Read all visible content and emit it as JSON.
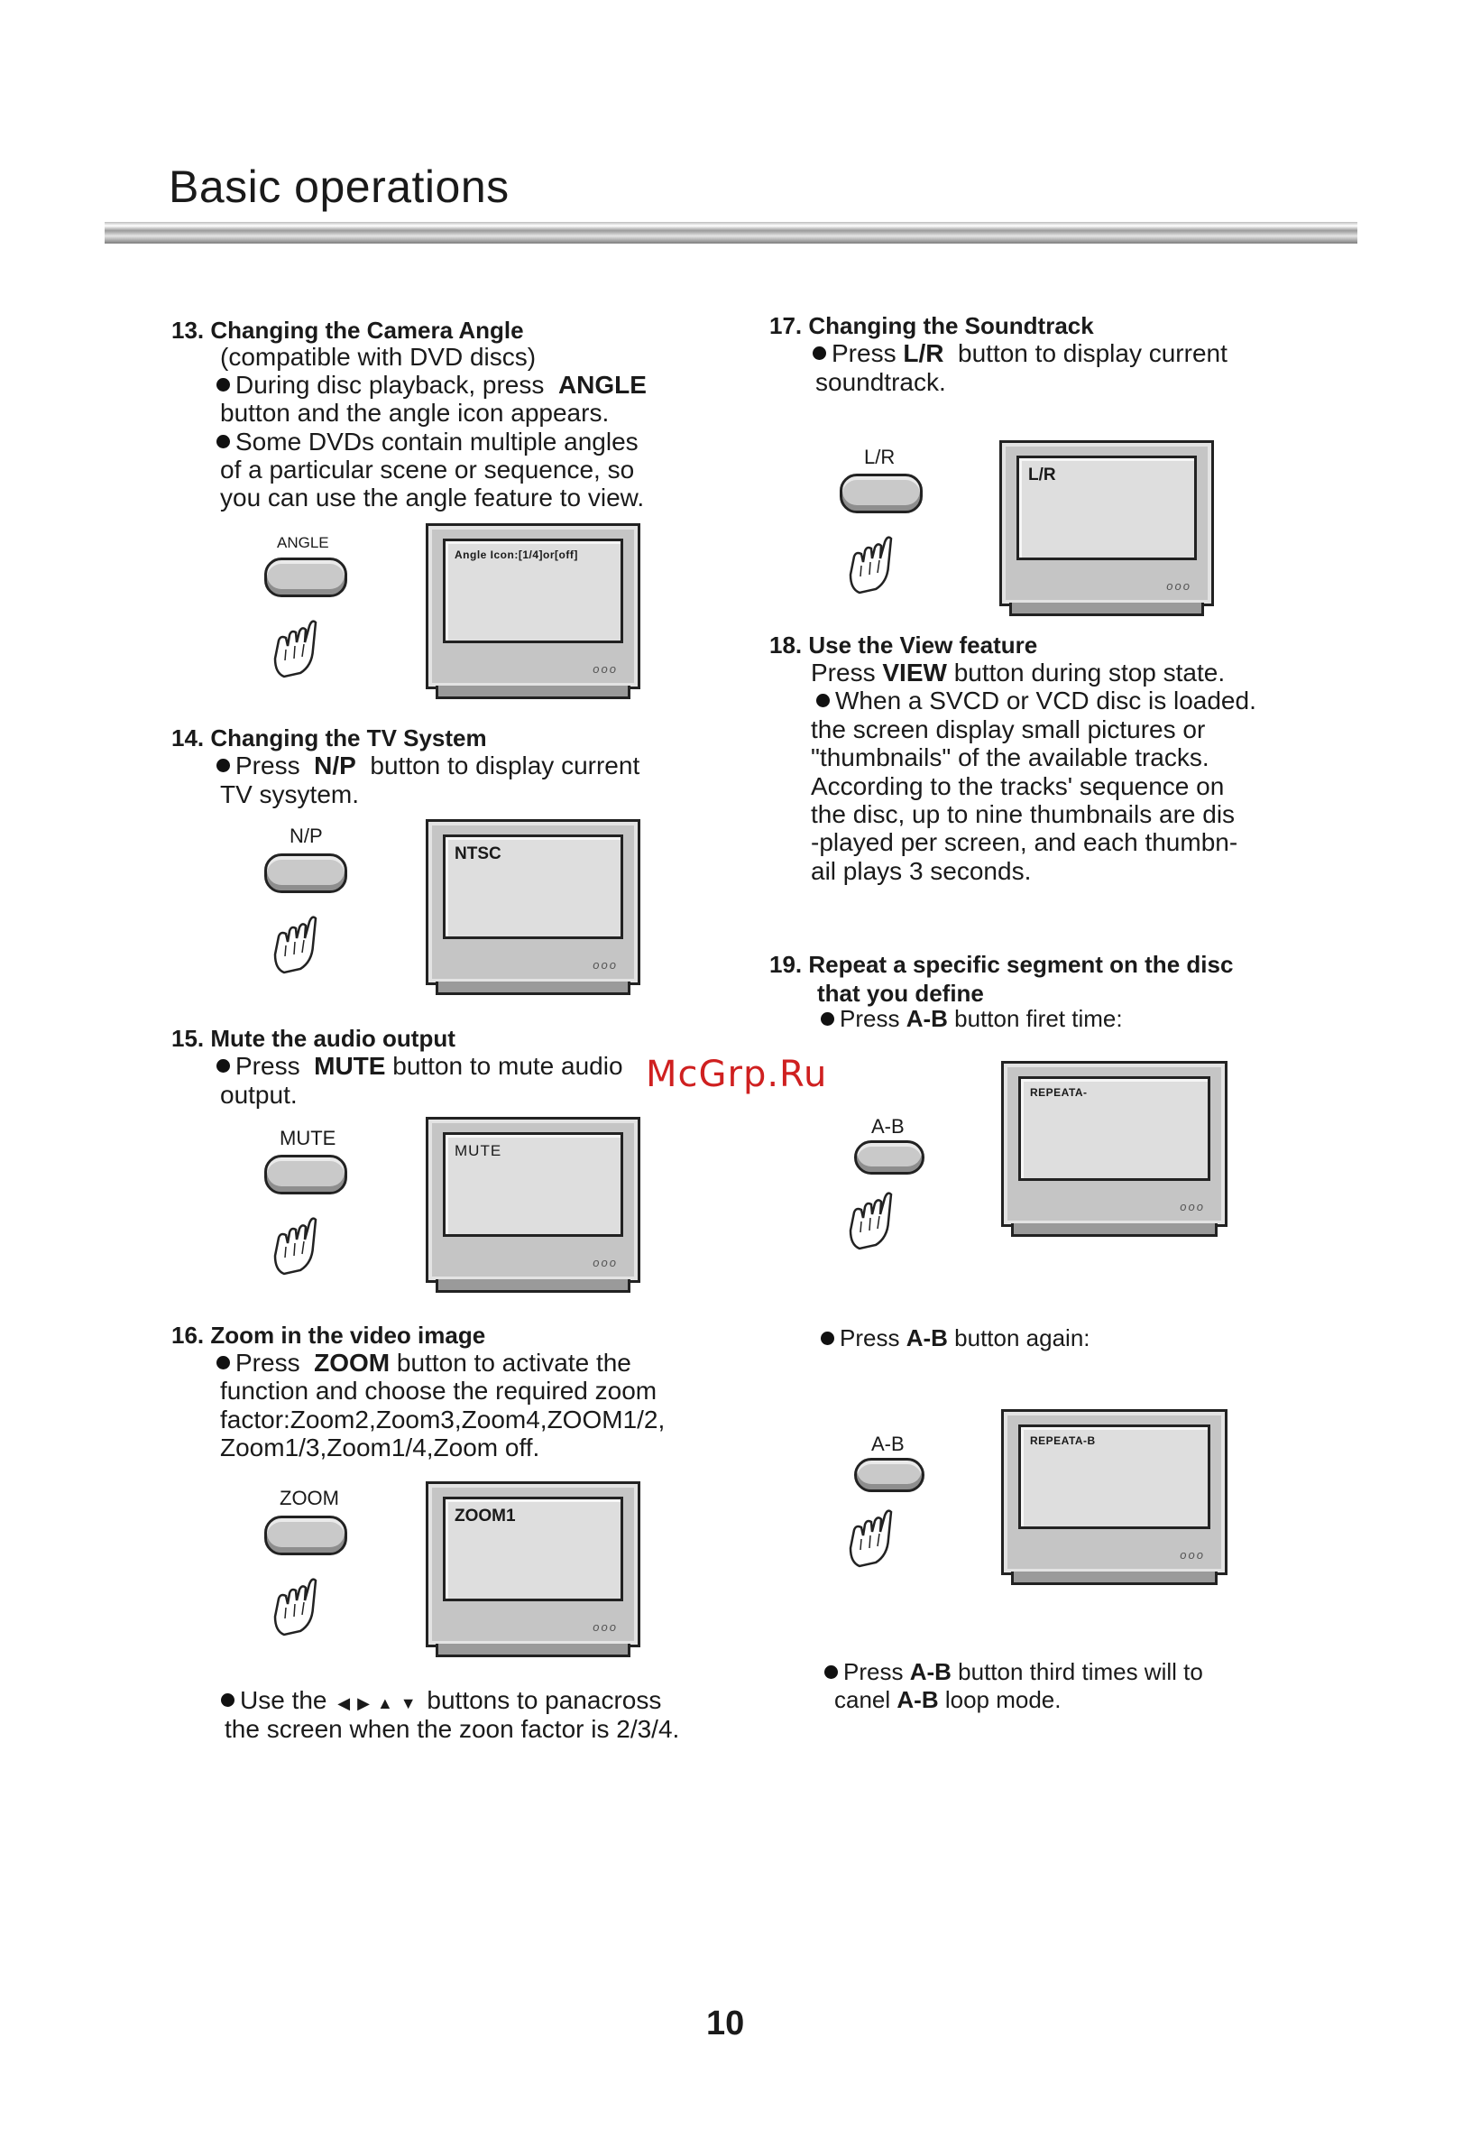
{
  "page_title": "Basic operations",
  "page_number": "10",
  "watermark": "McGrp.Ru",
  "s13": {
    "heading": "13. Changing the Camera Angle",
    "lines": [
      "(compatible with DVD discs)",
      "During  disc  playback, press",
      "ANGLE",
      "button and the angle icon appears.",
      "Some DVDs  contain  multiple  angles",
      "of  a  particular  scene  or  sequence, so",
      "you can use the angle feature to view."
    ],
    "button_label": "ANGLE",
    "screen_text": "Angle Icon:[1/4]or[off]"
  },
  "s14": {
    "heading": "14. Changing the TV System",
    "line1_pre": "Press",
    "line1_key": "N/P",
    "line1_post": "button  to  display  current",
    "line2": "TV sysytem.",
    "button_label": "N/P",
    "screen_text": "NTSC"
  },
  "s15": {
    "heading": "15. Mute the audio output",
    "line1_pre": "Press",
    "line1_key": "MUTE",
    "line1_post": "button  to  mute  audio",
    "line2": "output.",
    "button_label": "MUTE",
    "screen_text": "MUTE"
  },
  "s16": {
    "heading": "16. Zoom in the video image",
    "line1_pre": "Press",
    "line1_key": "ZOOM",
    "line1_post": "button  to  activate  the",
    "line2": "function and choose the required zoom",
    "line3": "factor:Zoom2,Zoom3,Zoom4,ZOOM1/2,",
    "line4": "Zoom1/3,Zoom1/4,Zoom off.",
    "button_label": "ZOOM",
    "screen_text": "ZOOM1",
    "note_pre": "Use the",
    "note_post": "buttons to panacross",
    "note_line2": "the screen when the zoon factor is 2/3/4."
  },
  "s17": {
    "heading": "17. Changing the Soundtrack",
    "line1_pre": "Press",
    "line1_key": "L/R",
    "line1_post": "button  to  display  current",
    "line2": "soundtrack.",
    "button_label": "L/R",
    "screen_text": "L/R"
  },
  "s18": {
    "heading": "18. Use the View feature",
    "line1_pre": "Press",
    "line1_key": "VIEW",
    "line1_post": "button during stop state.",
    "lines": [
      "When a SVCD or VCD disc is loaded.",
      "the  screen   display  small  pictures   or",
      "\"thumbnails\" of the available tracks.",
      "According  to the  tracks'  sequence on",
      "the disc, up to nine thumbnails are dis",
      "-played per screen, and each thumbn-",
      "ail plays 3 seconds."
    ]
  },
  "s19": {
    "heading_line1": "19. Repeat a specific segment on the disc",
    "heading_line2": "that  you  define",
    "step1_pre": "Press",
    "step1_key": "A-B",
    "step1_post": "button firet time:",
    "step1_button": "A-B",
    "step1_screen": "REPEATA-",
    "step2_pre": "Press",
    "step2_key": "A-B",
    "step2_post": "button again:",
    "step2_button": "A-B",
    "step2_screen": "REPEATA-B",
    "step3_pre": "Press",
    "step3_key": "A-B",
    "step3_post": "button  third  times will  to",
    "step3_line2_pre": "canel",
    "step3_line2_key": "A-B",
    "step3_line2_post": "loop mode."
  },
  "tv_dots": "ooo",
  "icons": [
    "pointing-hand-icon",
    "remote-button-icon",
    "tv-icon",
    "bullet-icon",
    "arrow-left-icon",
    "arrow-right-icon",
    "arrow-up-icon",
    "arrow-down-icon"
  ]
}
